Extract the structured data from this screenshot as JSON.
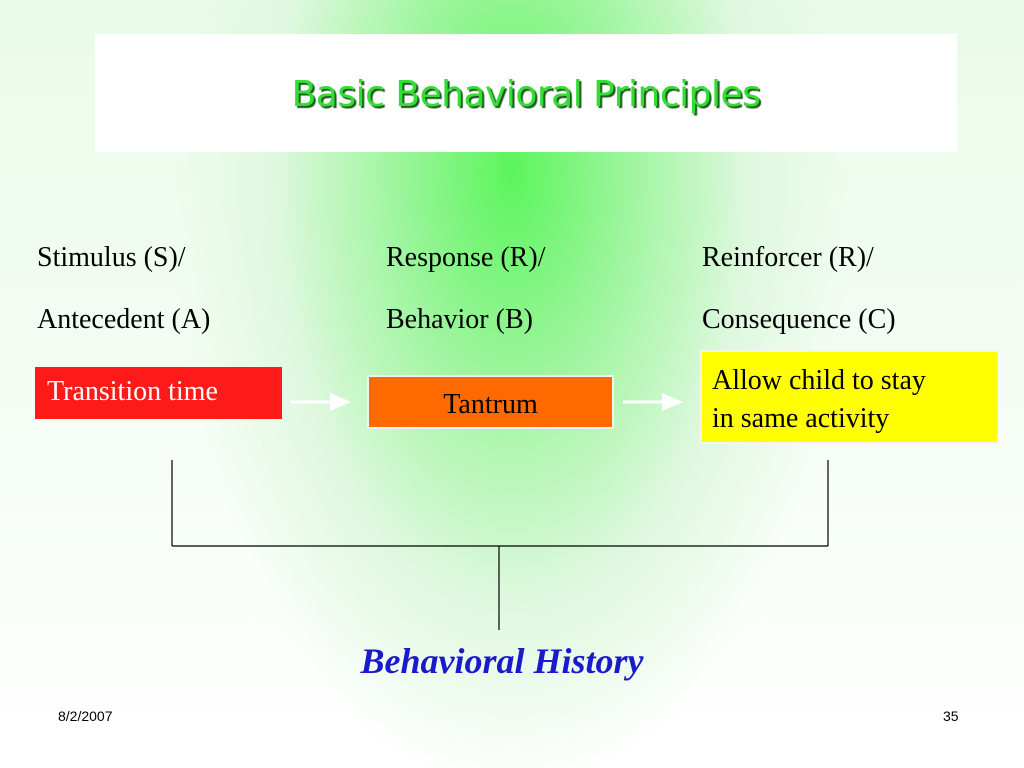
{
  "slide": {
    "title": "Basic Behavioral Principles",
    "date": "8/2/2007",
    "page_number": "35"
  },
  "columns": [
    {
      "line1": "Stimulus (S)/",
      "line2": "Antecedent (A)",
      "box": "Transition time"
    },
    {
      "line1": "Response (R)/",
      "line2": "Behavior (B)",
      "box": "Tantrum"
    },
    {
      "line1": "Reinforcer (R)/",
      "line2": "Consequence (C)",
      "box_line1": "Allow child to stay",
      "box_line2": "in same activity"
    }
  ],
  "history_label": "Behavioral History",
  "colors": {
    "title": "#33dd33",
    "antecedent_box": "#ff1a1a",
    "behavior_box": "#ff6a00",
    "consequence_box": "#ffff00",
    "history": "#1a1acc"
  }
}
